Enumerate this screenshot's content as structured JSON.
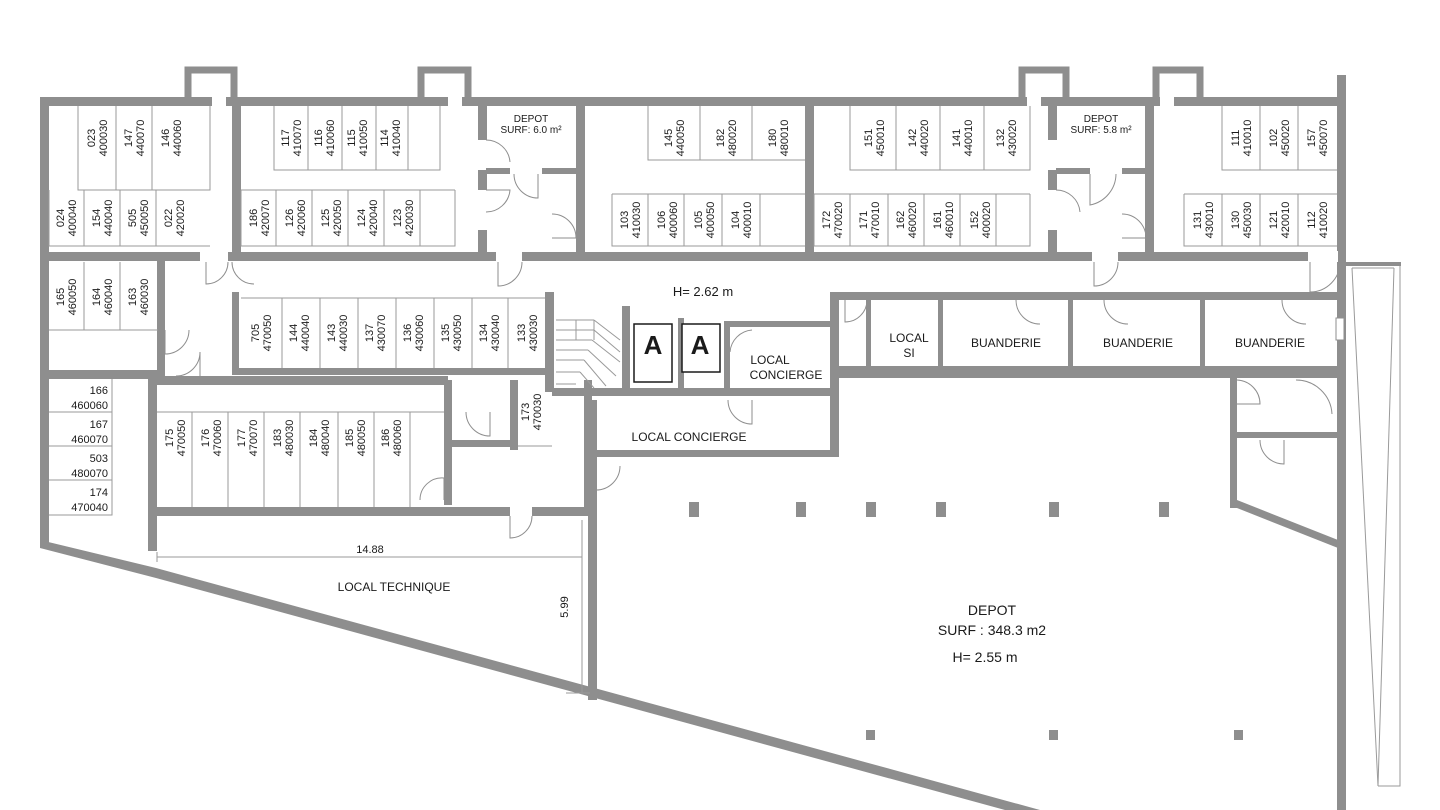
{
  "rooms": {
    "depot_small_1": {
      "name": "DEPOT",
      "surf": "SURF: 6.0 m²"
    },
    "depot_small_2": {
      "name": "DEPOT",
      "surf": "SURF: 5.8 m²"
    },
    "corridor_height": "H= 2.62 m",
    "local_si_1": "LOCAL",
    "local_si_2": "SI",
    "buanderie": [
      "BUANDERIE",
      "BUANDERIE",
      "BUANDERIE"
    ],
    "local_concierge_1": [
      "LOCAL",
      "CONCIERGE"
    ],
    "local_concierge_2": "LOCAL CONCIERGE",
    "local_technique": "LOCAL TECHNIQUE",
    "depot_large": {
      "name": "DEPOT",
      "surf": "SURF : 348.3 m2",
      "height": "H= 2.55 m"
    },
    "dimension_width": "14.88",
    "dimension_height": "5.99",
    "elevators": [
      "A",
      "A"
    ]
  },
  "cellars": {
    "g1_top": [
      [
        "023",
        "400030"
      ],
      [
        "147",
        "440070"
      ],
      [
        "146",
        "440060"
      ]
    ],
    "g1_bot": [
      [
        "024",
        "400040"
      ],
      [
        "154",
        "440040"
      ],
      [
        "505",
        "450050"
      ],
      [
        "022",
        "420020"
      ]
    ],
    "g2_top": [
      [
        "117",
        "410070"
      ],
      [
        "116",
        "410060"
      ],
      [
        "115",
        "410050"
      ],
      [
        "114",
        "410040"
      ]
    ],
    "g2_bot": [
      [
        "186",
        "420070"
      ],
      [
        "126",
        "420060"
      ],
      [
        "125",
        "420050"
      ],
      [
        "124",
        "420040"
      ],
      [
        "123",
        "420030"
      ]
    ],
    "g3_top": [
      [
        "145",
        "440050"
      ],
      [
        "182",
        "480020"
      ],
      [
        "180",
        "480010"
      ]
    ],
    "g3_bot": [
      [
        "103",
        "410030"
      ],
      [
        "106",
        "400060"
      ],
      [
        "105",
        "400050"
      ],
      [
        "104",
        "400010"
      ]
    ],
    "g4_top": [
      [
        "151",
        "450010"
      ],
      [
        "142",
        "440020"
      ],
      [
        "141",
        "440010"
      ],
      [
        "132",
        "430020"
      ]
    ],
    "g4_bot": [
      [
        "172",
        "470020"
      ],
      [
        "171",
        "470010"
      ],
      [
        "162",
        "460020"
      ],
      [
        "161",
        "460010"
      ],
      [
        "152",
        "400020"
      ]
    ],
    "g5_top": [
      [
        "111",
        "410010"
      ],
      [
        "102",
        "450020"
      ],
      [
        "157",
        "450070"
      ]
    ],
    "g5_bot": [
      [
        "131",
        "430010"
      ],
      [
        "130",
        "450030"
      ],
      [
        "121",
        "420010"
      ],
      [
        "112",
        "410020"
      ]
    ],
    "g6": [
      [
        "165",
        "460050"
      ],
      [
        "164",
        "460040"
      ],
      [
        "163",
        "460030"
      ]
    ],
    "g7": [
      [
        "705",
        "470050"
      ],
      [
        "144",
        "440040"
      ],
      [
        "143",
        "440030"
      ],
      [
        "137",
        "430070"
      ],
      [
        "136",
        "430060"
      ],
      [
        "135",
        "430050"
      ],
      [
        "134",
        "430040"
      ],
      [
        "133",
        "430030"
      ]
    ],
    "g8": [
      [
        "166",
        "460060"
      ],
      [
        "167",
        "460070"
      ],
      [
        "503",
        "480070"
      ],
      [
        "174",
        "470040"
      ]
    ],
    "g9": [
      [
        "175",
        "470050"
      ],
      [
        "176",
        "470060"
      ],
      [
        "177",
        "470070"
      ],
      [
        "183",
        "480030"
      ],
      [
        "184",
        "480040"
      ],
      [
        "185",
        "480050"
      ],
      [
        "186",
        "480060"
      ]
    ],
    "g10": [
      [
        "173",
        "470030"
      ]
    ]
  }
}
